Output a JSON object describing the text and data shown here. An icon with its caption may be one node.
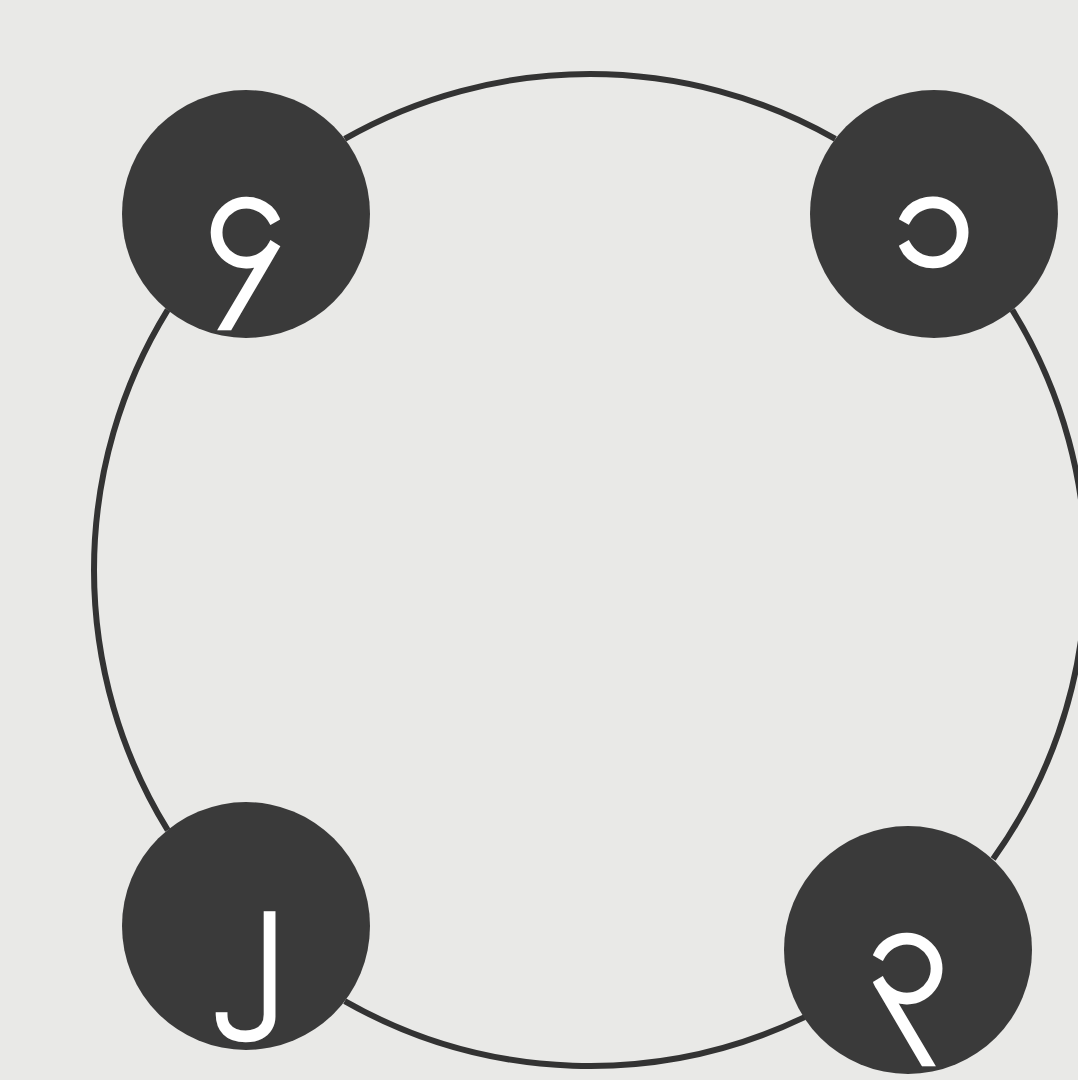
{
  "diagram": {
    "nodes": [
      {
        "text": [
          "၄"
        ]
      },
      {
        "text": [
          "၁"
        ]
      },
      {
        "text": [
          "၂"
        ]
      },
      {
        "text": [
          "၃"
        ]
      }
    ],
    "edges": [
      {
        "from": 0,
        "to": 1,
        "arrow": "none"
      },
      {
        "from": 1,
        "to": 3,
        "arrow": "none"
      },
      {
        "from": 3,
        "to": 2,
        "arrow": "none"
      },
      {
        "from": 2,
        "to": 0,
        "arrow": "none"
      }
    ]
  }
}
